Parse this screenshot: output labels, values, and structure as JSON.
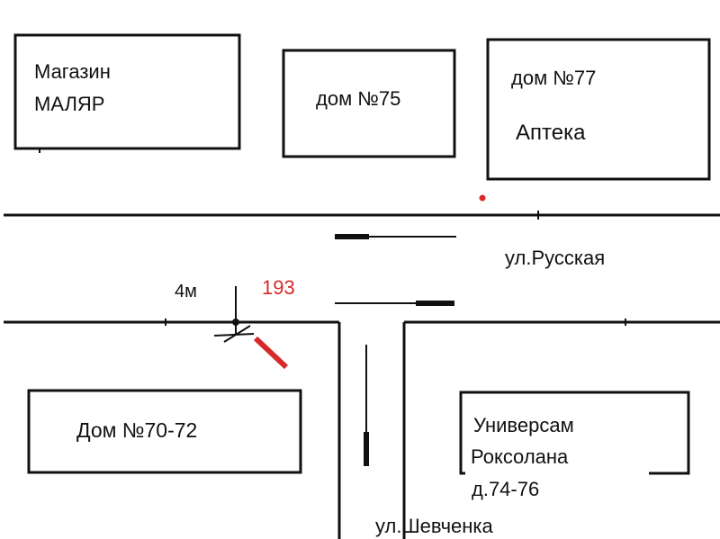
{
  "buildings": {
    "malyar": {
      "line1": "Магазин",
      "line2": "МАЛЯР"
    },
    "house75": {
      "label": "дом №75"
    },
    "house77": {
      "line1": "дом №77",
      "line2": "Аптека"
    },
    "house70_72": {
      "label": "Дом №70-72"
    },
    "roksolana": {
      "line1": "Универсам",
      "line2": "Роксолана",
      "line3": "д.74-76"
    }
  },
  "streets": {
    "russkaya": "ул.Русская",
    "shevchenka": "ул.Шевченка"
  },
  "annotations": {
    "distance": "4м",
    "marker": "193"
  },
  "colors": {
    "line": "#111111",
    "accent": "#d62a2a"
  }
}
